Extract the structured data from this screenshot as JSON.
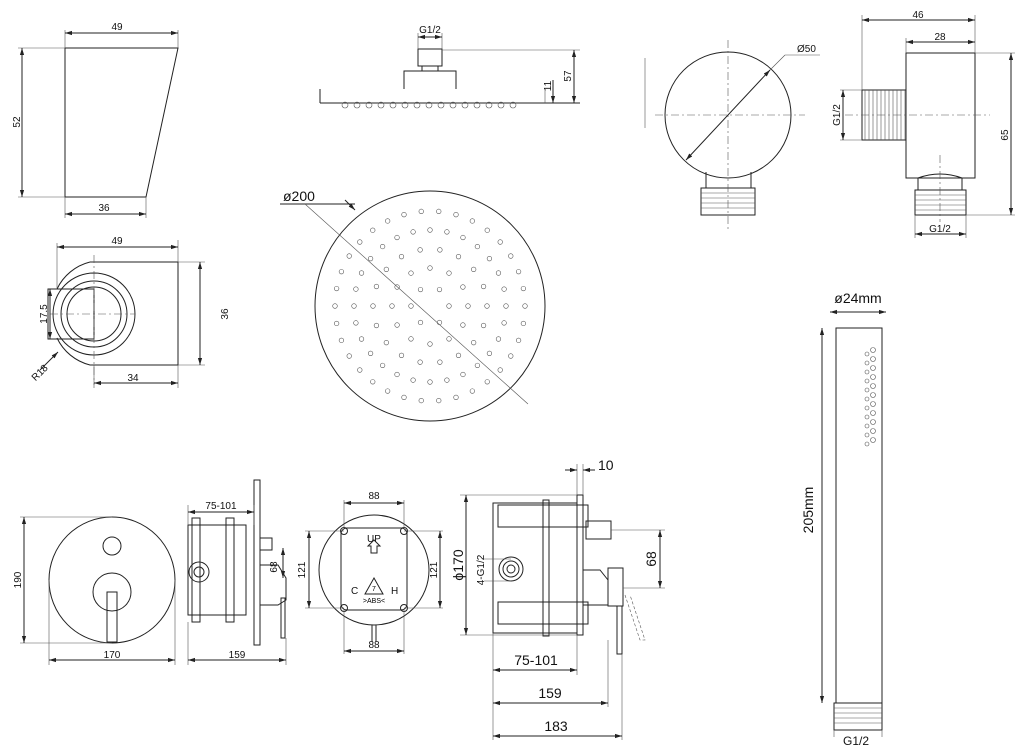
{
  "wall_holder": {
    "side": {
      "width_top": "49",
      "height": "52",
      "width_bottom": "36"
    },
    "top": {
      "width": "49",
      "bore": "17.5",
      "depth": "36",
      "offset": "34",
      "radius": "R18"
    }
  },
  "overhead_shower": {
    "side": {
      "thread": "G1/2",
      "plate": "11",
      "height": "57"
    },
    "plan": {
      "diameter": "ø200"
    }
  },
  "wall_elbow": {
    "front": {
      "diameter": "Ø50"
    },
    "side": {
      "depth": "46",
      "body": "28",
      "thread_in": "G1/2",
      "height": "65",
      "thread_out": "G1/2"
    }
  },
  "valve_front": {
    "height": "190",
    "width": "170"
  },
  "valve_side_small": {
    "depth": "75-101",
    "outlet": "68",
    "total": "159"
  },
  "mounting_box": {
    "top": "88",
    "left": "121",
    "right": "121",
    "bottom": "88",
    "up": "UP",
    "cold": "C",
    "hot": "H",
    "recycle_number": "7",
    "material": ">ABS<"
  },
  "valve_side_large": {
    "plate": "10",
    "diameter": "ϕ170",
    "ports": "4-G1/2",
    "outlet": "68",
    "depth": "75-101",
    "length_1": "159",
    "length_2": "183"
  },
  "hand_shower": {
    "diameter": "ø24mm",
    "length": "205mm",
    "thread": "G1/2"
  }
}
